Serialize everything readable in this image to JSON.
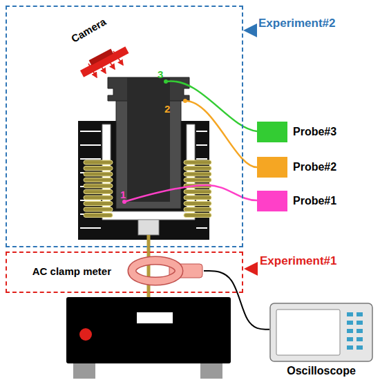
{
  "diagram": {
    "nodes": [
      {
        "text": [
          "Experiment#2"
        ]
      },
      {
        "text": [
          "Camera"
        ],
        "in": 0
      },
      {
        "text": [
          "Probe#3"
        ]
      },
      {
        "text": [
          "Probe#2"
        ]
      },
      {
        "text": [
          "Probe#1"
        ]
      },
      {
        "text": [
          "Experiment#1"
        ]
      },
      {
        "text": [
          "AC clamp meter"
        ],
        "in": 5
      },
      {
        "text": [
          "Oscilloscope"
        ]
      }
    ],
    "edges": [
      {
        "from": 6,
        "to": 7,
        "arrow": "none"
      }
    ],
    "labels": [
      "3",
      "2",
      "1"
    ]
  }
}
